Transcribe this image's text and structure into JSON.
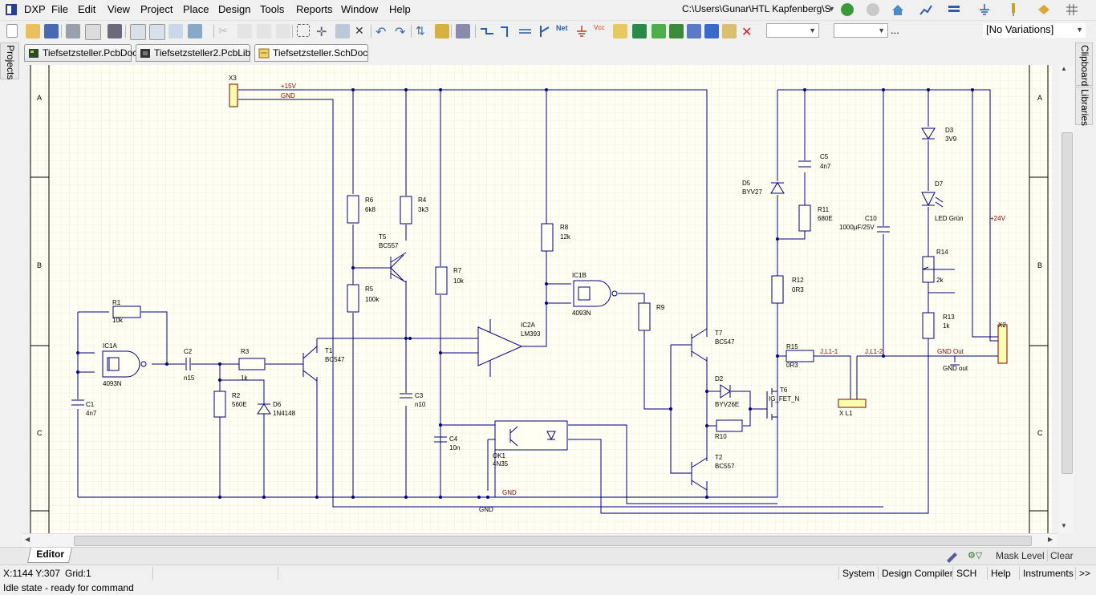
{
  "app": {
    "name": "DXP"
  },
  "menu": [
    {
      "label": "File"
    },
    {
      "label": "Edit"
    },
    {
      "label": "View"
    },
    {
      "label": "Project"
    },
    {
      "label": "Place"
    },
    {
      "label": "Design"
    },
    {
      "label": "Tools"
    },
    {
      "label": "Reports"
    },
    {
      "label": "Window"
    },
    {
      "label": "Help"
    }
  ],
  "path_box": {
    "value": "C:\\Users\\Gunar\\HTL Kapfenberg\\S"
  },
  "variations": {
    "value": "[No Variations]"
  },
  "toolbar_more": "...",
  "tabs": [
    {
      "label": "Tiefsetzsteller.PcbDoc"
    },
    {
      "label": "Tiefsetzsteller2.PcbLib *"
    },
    {
      "label": "Tiefsetzsteller.SchDoc *"
    }
  ],
  "panels": {
    "left": "Projects",
    "right_top": "Clipboard",
    "right_bottom": "Libraries"
  },
  "editor_tab": "Editor",
  "bottom_right": {
    "mask_level": "Mask Level",
    "clear": "Clear"
  },
  "status": {
    "coords": "X:1144 Y:307",
    "grid": "Grid:1",
    "state": "Idle state - ready for command"
  },
  "status_buttons": [
    {
      "label": "System"
    },
    {
      "label": "Design Compiler"
    },
    {
      "label": "SCH"
    },
    {
      "label": "Help"
    },
    {
      "label": "Instruments"
    },
    {
      "label": ">>"
    }
  ],
  "border_rows": [
    "A",
    "B",
    "C"
  ],
  "schematic": {
    "net_labels": {
      "p15": "+15V",
      "gnd1": "GND",
      "gnd2": "GND",
      "gnd3": "GND",
      "p24": "+24V",
      "gndout": "GND Out",
      "gndout2": "GND out",
      "jl11": "J,L1-1",
      "jl12": "J,L1-2"
    },
    "parts": {
      "X3": "X3",
      "X2": "X2",
      "XL1": "X L1",
      "R6": "R6",
      "R6v": "6k8",
      "R4": "R4",
      "R4v": "3k3",
      "T5": "T5",
      "T5v": "BC557",
      "R5": "R5",
      "R5v": "100k",
      "R7": "R7",
      "R7v": "10k",
      "R8": "R8",
      "R8v": "12k",
      "IC1B": "IC1B",
      "IC1Bv": "4093N",
      "R9": "R9",
      "IC2A": "IC2A",
      "IC2Av": "LM393",
      "R1": "R1",
      "R1v": "10k",
      "IC1A": "IC1A",
      "IC1Av": "4093N",
      "C2": "C2",
      "C2v": "n15",
      "R3": "R3",
      "R3v": "1k",
      "T1": "T1",
      "T1v": "BC547",
      "C1": "C1",
      "C1v": "4n7",
      "R2": "R2",
      "R2v": "560E",
      "D6": "D6",
      "D6v": "1N4148",
      "C3": "C3",
      "C3v": "n10",
      "C4": "C4",
      "C4v": "10n",
      "OK1": "OK1",
      "OK1v": "4N35",
      "T7": "T7",
      "T7v": "BC547",
      "T2": "T2",
      "T2v": "BC557",
      "D2": "D2",
      "D2v": "BYV26E",
      "R10": "R10",
      "T6": "T6",
      "T6v": "IG_FET_N",
      "D5": "D5",
      "D5v": "BYV27",
      "C5": "C5",
      "C5v": "4n7",
      "R11": "R11",
      "R11v": "680E",
      "R12": "R12",
      "R12v": "0R3",
      "R15": "R15",
      "R15v": "0R3",
      "C10": "C10",
      "C10v": "1000µF/25V",
      "D3": "D3",
      "D3v": "3V9",
      "D7": "D7",
      "D7v": "LED Grün",
      "R14": "R14",
      "R14v": "2k",
      "R13": "R13",
      "R13v": "1k"
    }
  },
  "colors": {
    "wire": "#000080",
    "part": "#000080",
    "fill": "#ffffb0",
    "net": "#800000",
    "canvas": "#fffff4",
    "border": "#000000"
  }
}
